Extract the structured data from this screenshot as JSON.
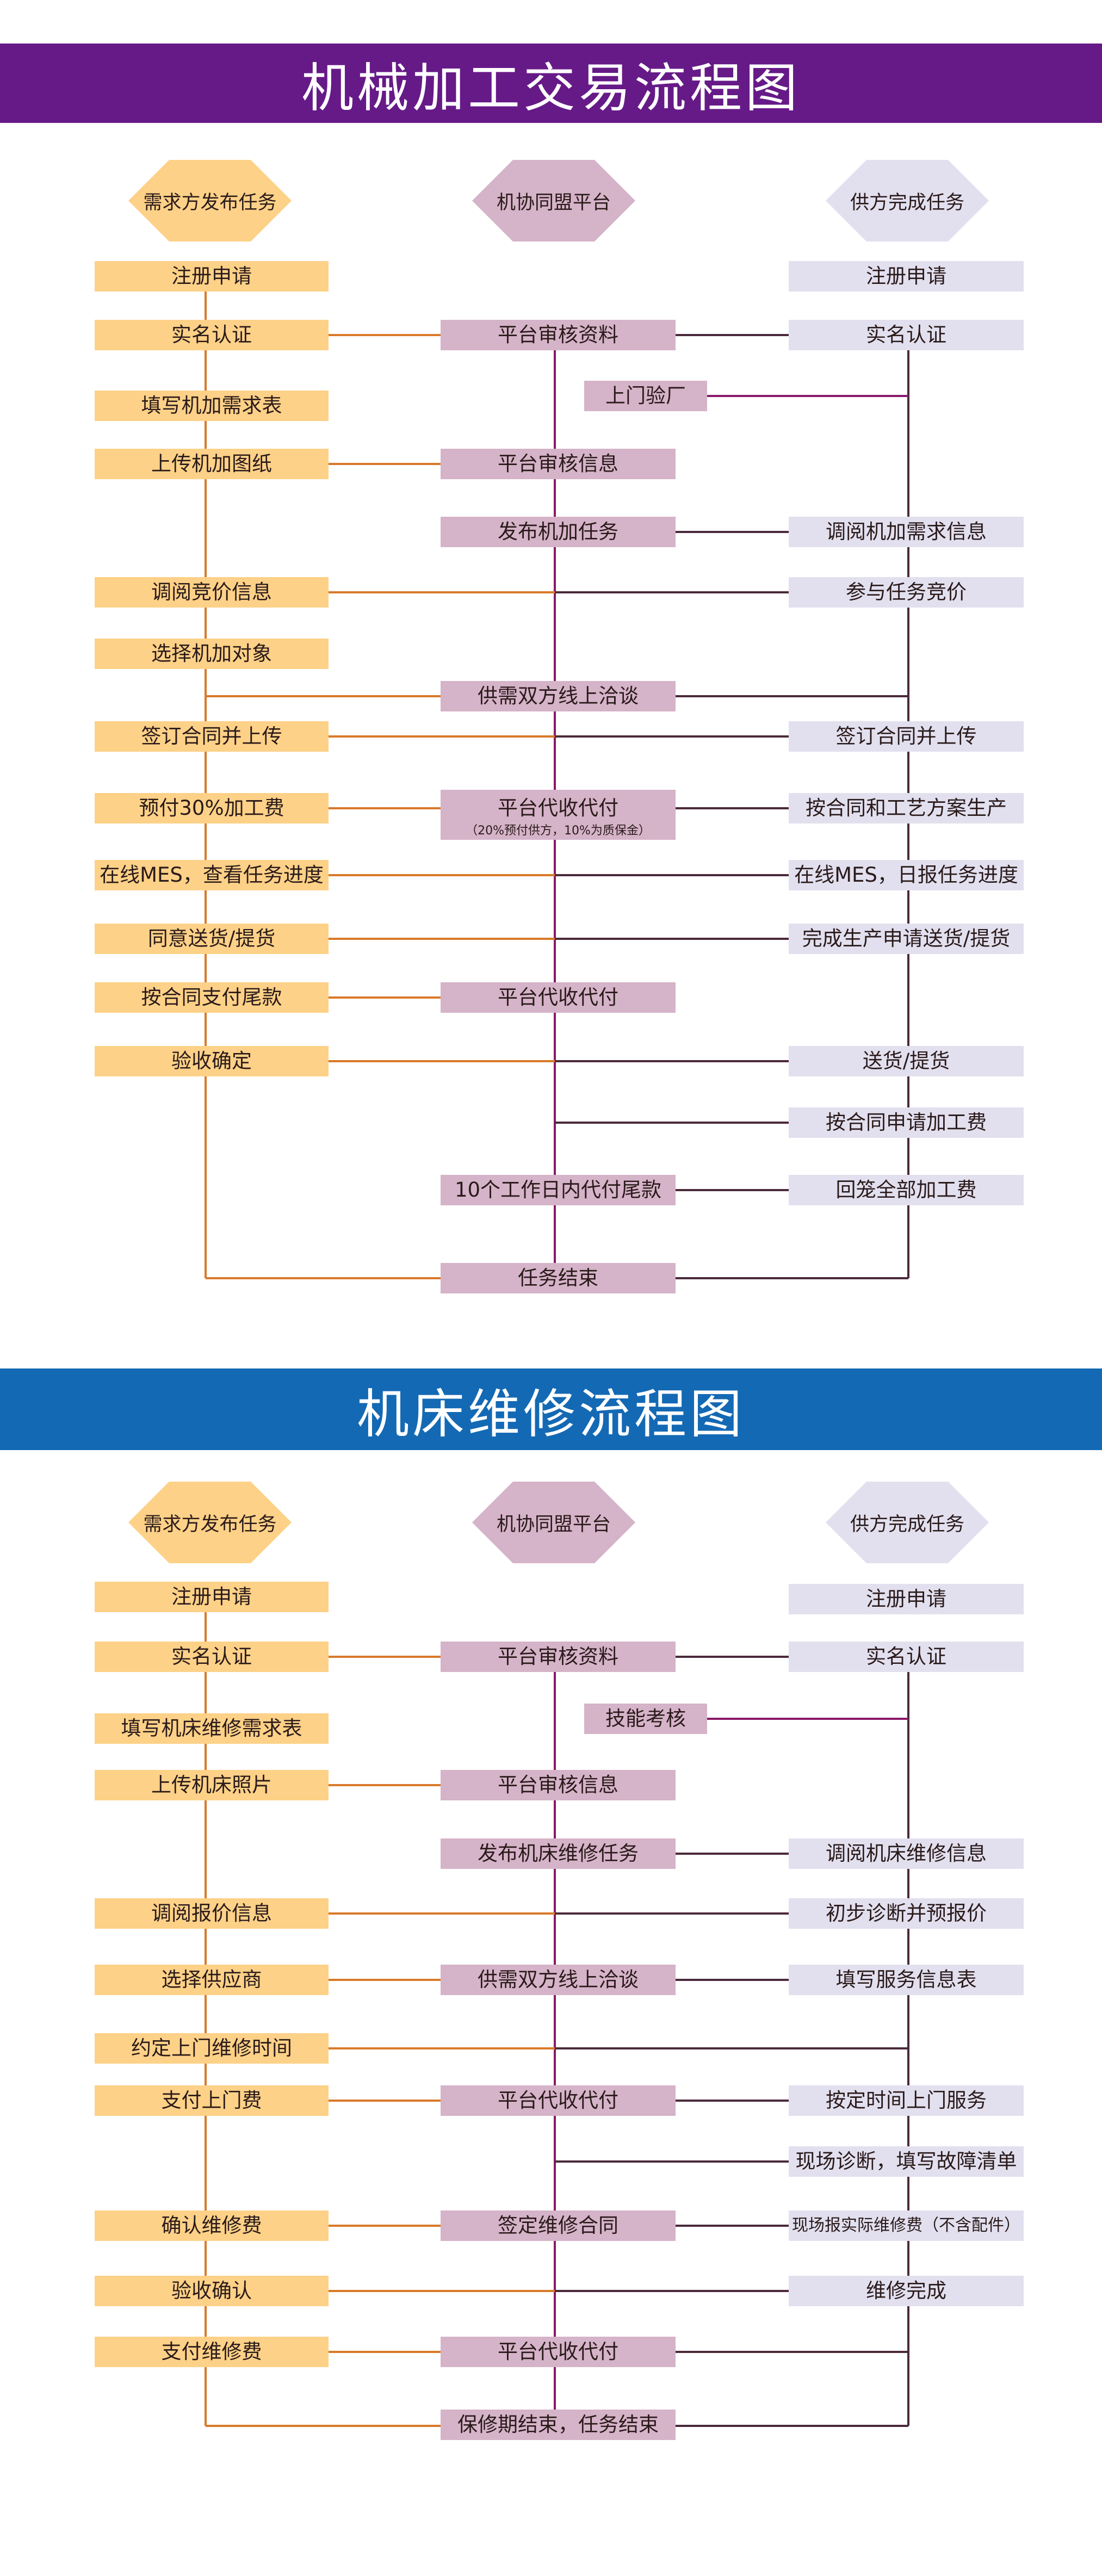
{
  "colors": {
    "demand": "#fdd187",
    "platform": "#d5b3c8",
    "supply": "#e2e0ef",
    "orange_line": "#d9792a",
    "purple_line": "#8a1a6a",
    "dark_line": "#4a2a3a",
    "banner1": "#661a87",
    "banner2": "#1469b4"
  },
  "section1": {
    "title": "机械加工交易流程图",
    "heads": {
      "demand": "需求方发布任务",
      "platform": "机协同盟平台",
      "supply": "供方完成任务"
    },
    "demand": [
      "注册申请",
      "实名认证",
      "填写机加需求表",
      "上传机加图纸",
      "调阅竞价信息",
      "选择机加对象",
      "签订合同并上传",
      "预付30%加工费",
      "在线MES，查看任务进度",
      "同意送货/提货",
      "按合同支付尾款",
      "验收确定"
    ],
    "platform": [
      "平台审核资料",
      "上门验厂",
      "平台审核信息",
      "发布机加任务",
      "供需双方线上洽谈",
      "平台代收代付",
      "平台代收代付",
      "10个工作日内代付尾款",
      "任务结束"
    ],
    "platform_note": "（20%预付供方，10%为质保金）",
    "supply": [
      "注册申请",
      "实名认证",
      "调阅机加需求信息",
      "参与任务竞价",
      "签订合同并上传",
      "按合同和工艺方案生产",
      "在线MES，日报任务进度",
      "完成生产申请送货/提货",
      "送货/提货",
      "按合同申请加工费",
      "回笼全部加工费"
    ]
  },
  "section2": {
    "title": "机床维修流程图",
    "heads": {
      "demand": "需求方发布任务",
      "platform": "机协同盟平台",
      "supply": "供方完成任务"
    },
    "demand": [
      "注册申请",
      "实名认证",
      "填写机床维修需求表",
      "上传机床照片",
      "调阅报价信息",
      "选择供应商",
      "约定上门维修时间",
      "支付上门费",
      "确认维修费",
      "验收确认",
      "支付维修费"
    ],
    "platform": [
      "平台审核资料",
      "技能考核",
      "平台审核信息",
      "发布机床维修任务",
      "供需双方线上洽谈",
      "平台代收代付",
      "签定维修合同",
      "平台代收代付",
      "保修期结束，任务结束"
    ],
    "supply": [
      "注册申请",
      "实名认证",
      "调阅机床维修信息",
      "初步诊断并预报价",
      "填写服务信息表",
      "按定时间上门服务",
      "现场诊断，填写故障清单",
      "现场报实际维修费（不含配件）",
      "维修完成"
    ]
  }
}
